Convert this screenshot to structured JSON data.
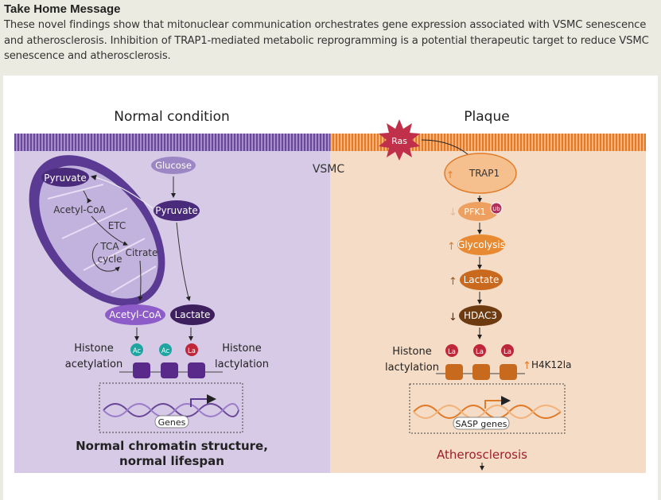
{
  "header": {
    "title": "Take Home Message",
    "message": "These novel findings show that mitonuclear communication orchestrates gene expression associated with VSMC senescence and atherosclerosis. Inhibition of TRAP1-mediated metabolic reprogramming is a potential therapeutic target to reduce VSMC senescence and atherosclerosis."
  },
  "diagram": {
    "cell_label": "VSMC",
    "left": {
      "title": "Normal condition",
      "mito_pyruvate": "Pyruvate",
      "mito_acetylcoa": "Acetyl-CoA",
      "etc": "ETC",
      "tca1": "TCA",
      "tca2": "cycle",
      "citrate": "Citrate",
      "glucose": "Glucose",
      "pyruvate": "Pyruvate",
      "acetylcoa": "Acetyl-CoA",
      "lactate": "Lactate",
      "acetylation1": "Histone",
      "acetylation2": "acetylation",
      "lactylation1": "Histone",
      "lactylation2": "lactylation",
      "ac": "Ac",
      "la": "La",
      "genes": "Genes",
      "outcome1": "Normal chromatin structure,",
      "outcome2": "normal lifespan"
    },
    "right": {
      "title": "Plaque",
      "ras": "Ras",
      "trap1": "TRAP1",
      "pfk1": "PFK1",
      "ub": "Ub",
      "glycolysis": "Glycolysis",
      "lactate": "Lactate",
      "hdac3": "HDAC3",
      "lactylation1": "Histone",
      "lactylation2": "lactylation",
      "la": "La",
      "mark": "H4K12la",
      "genes": "SASP genes",
      "outcome": "Atherosclerosis"
    },
    "colors": {
      "normal_bg": "#d6cae6",
      "plaque_bg": "#f5dcc6",
      "normal_membrane": "#7a58a8",
      "plaque_membrane": "#e8893a",
      "acetyl": "#1fa5a0",
      "lactyl": "#c0263a",
      "outcome_red": "#a01e2e"
    }
  }
}
